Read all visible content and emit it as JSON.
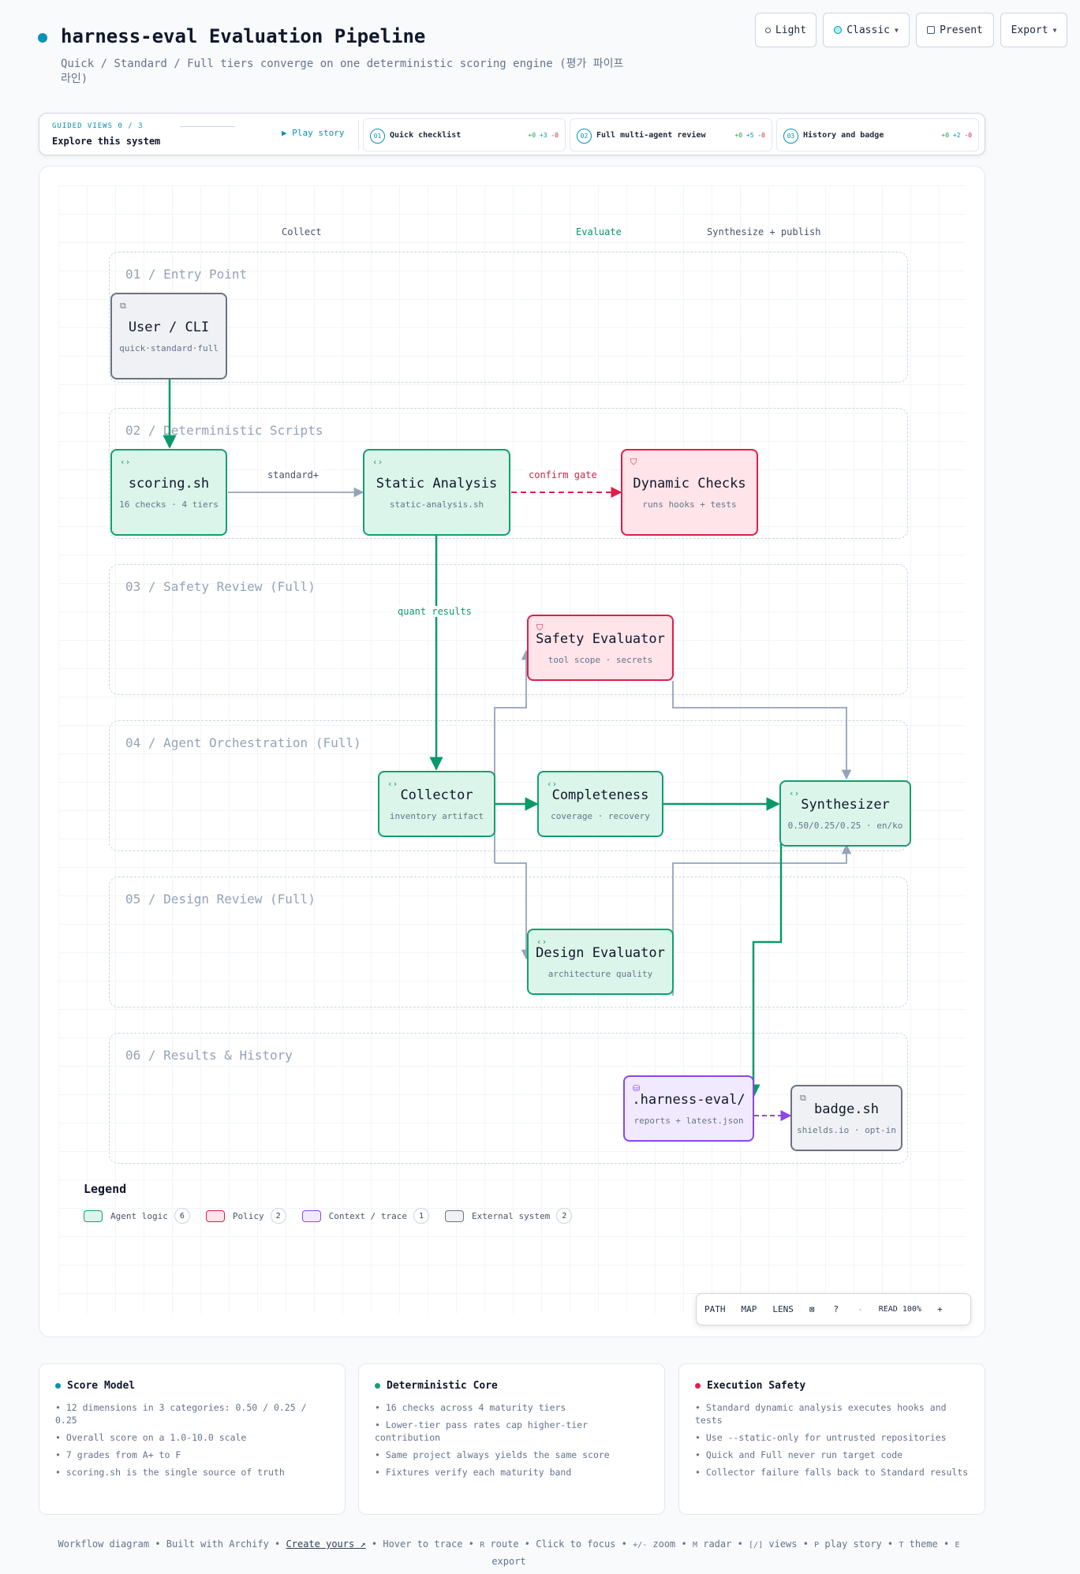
{
  "header": {
    "title": "harness-eval Evaluation Pipeline",
    "subtitle": "Quick / Standard / Full tiers converge on one deterministic scoring engine (평가 파이프라인)"
  },
  "top_buttons": {
    "light": "Light",
    "classic": "Classic",
    "present": "Present",
    "export": "Export"
  },
  "guided": {
    "label": "GUIDED VIEWS 0 / 3",
    "title": "Explore this system",
    "play": "Play story",
    "views": [
      {
        "num": "01",
        "title": "Quick checklist",
        "g": "+0",
        "b": "+3",
        "r": "-0"
      },
      {
        "num": "02",
        "title": "Full multi-agent review",
        "g": "+0",
        "b": "+5",
        "r": "-0"
      },
      {
        "num": "03",
        "title": "History and badge",
        "g": "+0",
        "b": "+2",
        "r": "-0"
      }
    ]
  },
  "columns": [
    "Collect",
    "Evaluate",
    "Synthesize + publish"
  ],
  "lanes": [
    "01 / Entry Point",
    "02 / Deterministic Scripts",
    "03 / Safety Review (Full)",
    "04 / Agent Orchestration (Full)",
    "05 / Design Review (Full)",
    "06 / Results & History"
  ],
  "nodes": {
    "user_cli": {
      "title": "User / CLI",
      "sub": "quick·standard·full",
      "kind": "external",
      "icon": "external-link-icon"
    },
    "scoring": {
      "title": "scoring.sh",
      "sub": "16 checks · 4 tiers",
      "kind": "agent",
      "icon": "code-icon"
    },
    "static": {
      "title": "Static Analysis",
      "sub": "static-analysis.sh",
      "kind": "agent",
      "icon": "code-icon"
    },
    "dynamic": {
      "title": "Dynamic Checks",
      "sub": "runs hooks + tests",
      "kind": "policy",
      "icon": "shield-icon"
    },
    "safety": {
      "title": "Safety Evaluator",
      "sub": "tool scope · secrets",
      "kind": "policy",
      "icon": "shield-icon"
    },
    "collector": {
      "title": "Collector",
      "sub": "inventory artifact",
      "kind": "agent",
      "icon": "code-icon"
    },
    "completeness": {
      "title": "Completeness",
      "sub": "coverage · recovery",
      "kind": "agent",
      "icon": "code-icon"
    },
    "synthesizer": {
      "title": "Synthesizer",
      "sub": "0.50/0.25/0.25 · en/ko",
      "kind": "agent",
      "icon": "code-icon"
    },
    "design": {
      "title": "Design Evaluator",
      "sub": "architecture quality",
      "kind": "agent",
      "icon": "code-icon"
    },
    "harness_dir": {
      "title": ".harness-eval/",
      "sub": "reports + latest.json",
      "kind": "context",
      "icon": "database-icon"
    },
    "badge": {
      "title": "badge.sh",
      "sub": "shields.io · opt-in",
      "kind": "external",
      "icon": "external-link-icon"
    }
  },
  "edge_labels": {
    "standard": "standard+",
    "confirm": "confirm gate",
    "quant": "quant results"
  },
  "legend": {
    "title": "Legend",
    "items": [
      {
        "label": "Agent logic",
        "count": "6"
      },
      {
        "label": "Policy",
        "count": "2"
      },
      {
        "label": "Context / trace",
        "count": "1"
      },
      {
        "label": "External system",
        "count": "2"
      }
    ]
  },
  "toolbar": {
    "path": "PATH",
    "map": "MAP",
    "lens": "LENS",
    "help": "?",
    "minus": "-",
    "zoom": "READ 100%",
    "plus": "+"
  },
  "cards": [
    {
      "title": "Score Model",
      "color": "#0891b2",
      "items": [
        "12 dimensions in 3 categories: 0.50 / 0.25 / 0.25",
        "Overall score on a 1.0-10.0 scale",
        "7 grades from A+ to F",
        "scoring.sh is the single source of truth"
      ]
    },
    {
      "title": "Deterministic Core",
      "color": "#10a06e",
      "items": [
        "16 checks across 4 maturity tiers",
        "Lower-tier pass rates cap higher-tier contribution",
        "Same project always yields the same score",
        "Fixtures verify each maturity band"
      ]
    },
    {
      "title": "Execution Safety",
      "color": "#e11d48",
      "items": [
        "Standard dynamic analysis executes hooks and tests",
        "Use --static-only for untrusted repositories",
        "Quick and Full never run target code",
        "Collector failure falls back to Standard results"
      ]
    }
  ],
  "footer": {
    "part1": "Workflow diagram • Built with Archify •",
    "link": "Create yours ↗",
    "part2": "• Hover to trace •",
    "k_route": "R",
    "part3": "route • Click to focus •",
    "k_zoom": "+/-",
    "part4": "zoom •",
    "k_radar": "M",
    "part5": "radar •",
    "k_views": "[/]",
    "part6": "views •",
    "k_play": "P",
    "part7": "play story •",
    "k_theme": "T",
    "part8": "theme •",
    "k_export": "E",
    "part9": "export"
  },
  "colors": {
    "accent": "#0891b2",
    "agent": "#10a06e",
    "policy": "#e11d48",
    "context": "#8b47e8",
    "external": "#6b7280"
  }
}
